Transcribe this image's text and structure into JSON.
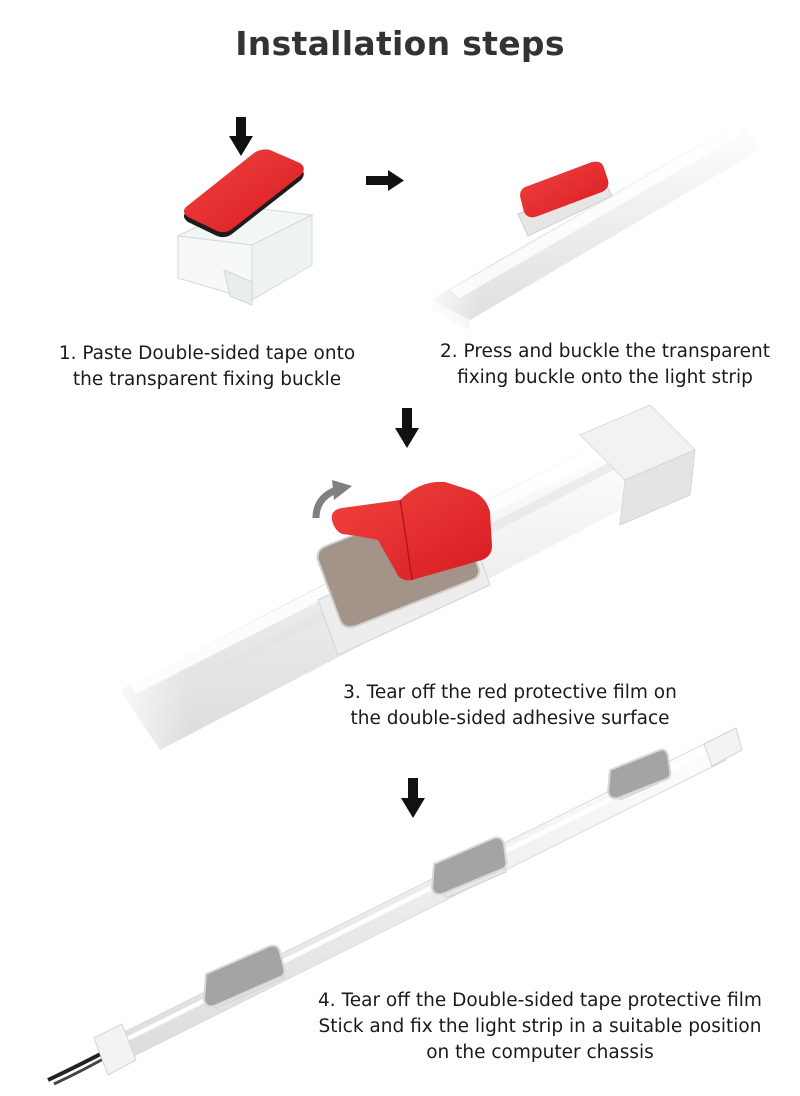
{
  "title": "Installation steps",
  "steps": [
    {
      "lines": [
        "1. Paste Double-sided tape onto",
        "the transparent fixing buckle"
      ]
    },
    {
      "lines": [
        "2. Press and buckle the transparent",
        "fixing buckle onto the light strip"
      ]
    },
    {
      "lines": [
        "3. Tear off the red protective film on",
        "the double-sided adhesive surface"
      ]
    },
    {
      "lines": [
        "4. Tear off the Double-sided tape protective film",
        "Stick and fix the light strip in a suitable position",
        "on the computer chassis"
      ]
    }
  ],
  "colors": {
    "tape_red": "#e8262a",
    "adhesive_gray": "#a39388",
    "strip_white": "#eeeeee",
    "arrow": "#111111"
  },
  "icons": [
    "arrow-down-icon",
    "arrow-right-icon",
    "curved-peel-arrow-icon"
  ]
}
